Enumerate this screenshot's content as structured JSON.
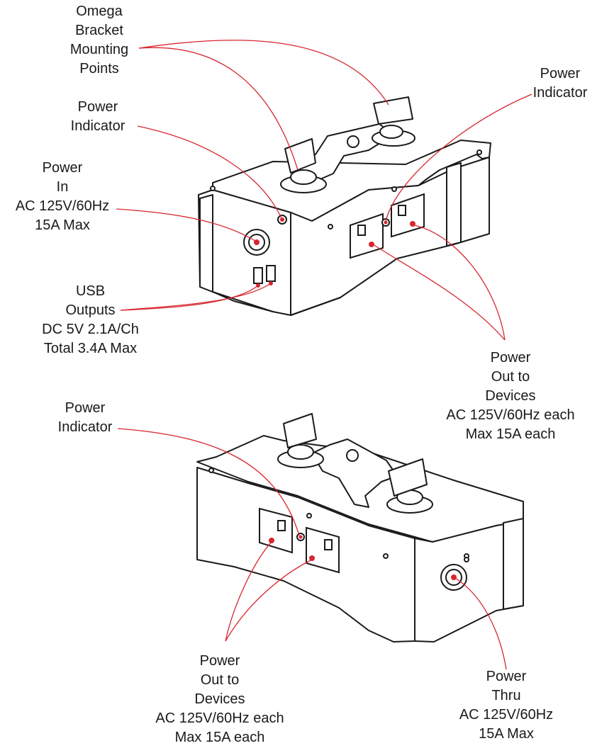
{
  "colors": {
    "leader": "#d7262f",
    "outline": "#1a1a1a",
    "fill": "#ffffff",
    "dot": "#d7262f"
  },
  "labels": {
    "omega_bracket": [
      "Omega",
      "Bracket",
      "Mounting",
      "Points"
    ],
    "power_indicator_top_right": [
      "Power",
      "Indicator"
    ],
    "power_indicator_top_left": [
      "Power",
      "Indicator"
    ],
    "power_in": [
      "Power",
      "In",
      "AC 125V/60Hz",
      "15A Max"
    ],
    "usb_outputs": [
      "USB",
      "Outputs",
      "DC 5V 2.1A/Ch",
      "Total 3.4A Max"
    ],
    "power_out_top": [
      "Power",
      "Out to",
      "Devices",
      "AC 125V/60Hz each",
      "Max 15A each"
    ],
    "power_indicator_bottom": [
      "Power",
      "Indicator"
    ],
    "power_out_bottom": [
      "Power",
      "Out to",
      "Devices",
      "AC 125V/60Hz each",
      "Max 15A each"
    ],
    "power_thru": [
      "Power",
      "Thru",
      "AC 125V/60Hz",
      "15A Max"
    ]
  }
}
